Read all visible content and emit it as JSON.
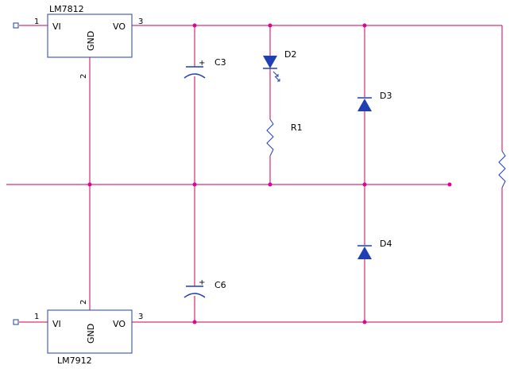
{
  "colors": {
    "wire": "#cc0055",
    "component": "#1f3fb5",
    "junction": "#e0009a",
    "text": "#000000",
    "body_outline": "#1f3fb5"
  },
  "regulators": {
    "top": {
      "name": "LM7812",
      "vi": "VI",
      "gnd": "GND",
      "vo": "VO",
      "pin_in": "1",
      "pin_gnd": "2",
      "pin_out": "3"
    },
    "bottom": {
      "name": "LM7912",
      "vi": "VI",
      "gnd": "GND",
      "vo": "VO",
      "pin_in": "1",
      "pin_gnd": "2",
      "pin_out": "3"
    }
  },
  "components": {
    "c3": {
      "name": "C3",
      "polarity": "+"
    },
    "c6": {
      "name": "C6",
      "polarity": "+"
    },
    "d2": {
      "name": "D2"
    },
    "r1": {
      "name": "R1"
    },
    "d3": {
      "name": "D3"
    },
    "d4": {
      "name": "D4"
    }
  }
}
